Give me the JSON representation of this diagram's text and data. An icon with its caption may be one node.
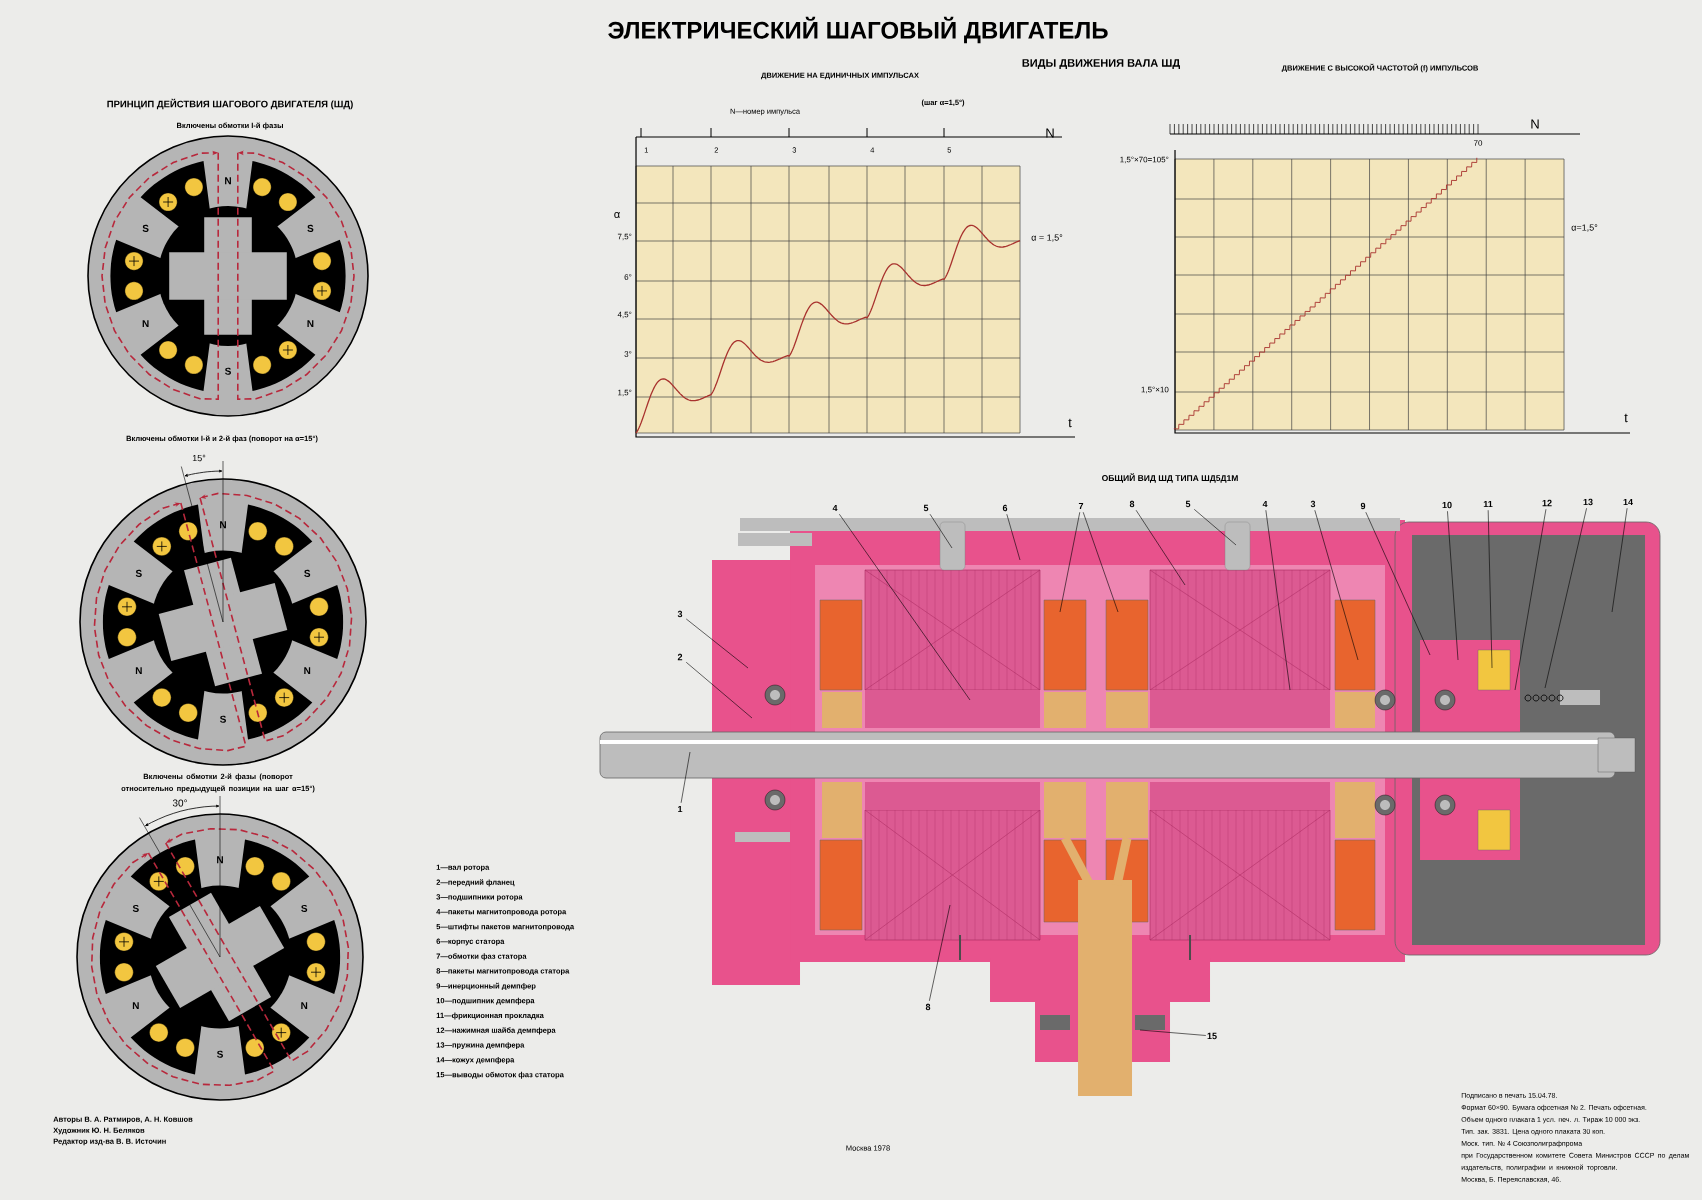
{
  "diagram": {
    "title": "ЭЛЕКТРИЧЕСКИЙ ШАГОВЫЙ ДВИГАТЕЛЬ",
    "nodes": [
      {
        "text": [
          "4"
        ]
      },
      {
        "text": [
          "5"
        ]
      },
      {
        "text": [
          "6"
        ]
      },
      {
        "text": [
          "7"
        ]
      },
      {
        "text": [
          "8"
        ]
      },
      {
        "text": [
          "5"
        ]
      },
      {
        "text": [
          "4"
        ]
      },
      {
        "text": [
          "3"
        ]
      },
      {
        "text": [
          "9"
        ]
      },
      {
        "text": [
          "10"
        ]
      },
      {
        "text": [
          "11"
        ]
      },
      {
        "text": [
          "12"
        ]
      },
      {
        "text": [
          "13"
        ]
      },
      {
        "text": [
          "14"
        ]
      },
      {
        "text": [
          "3"
        ]
      },
      {
        "text": [
          "2"
        ]
      },
      {
        "text": [
          "1"
        ]
      },
      {
        "text": [
          "8"
        ]
      },
      {
        "text": [
          "15"
        ]
      }
    ],
    "edges": [
      {
        "from": 0,
        "to": null,
        "arrow": "none"
      },
      {
        "from": 1,
        "to": null,
        "arrow": "none"
      },
      {
        "from": 2,
        "to": null,
        "arrow": "none"
      },
      {
        "from": 3,
        "to": null,
        "arrow": "none"
      },
      {
        "from": 3,
        "to": null,
        "arrow": "none"
      },
      {
        "from": 4,
        "to": null,
        "arrow": "none"
      },
      {
        "from": 5,
        "to": null,
        "arrow": "none"
      },
      {
        "from": 6,
        "to": null,
        "arrow": "none"
      },
      {
        "from": 7,
        "to": null,
        "arrow": "none"
      },
      {
        "from": 8,
        "to": null,
        "arrow": "none"
      },
      {
        "from": 9,
        "to": null,
        "arrow": "none"
      },
      {
        "from": 10,
        "to": null,
        "arrow": "none"
      },
      {
        "from": 11,
        "to": null,
        "arrow": "none"
      },
      {
        "from": 12,
        "to": null,
        "arrow": "none"
      },
      {
        "from": 13,
        "to": null,
        "arrow": "none"
      },
      {
        "from": 14,
        "to": null,
        "arrow": "none"
      },
      {
        "from": 15,
        "to": null,
        "arrow": "none"
      },
      {
        "from": 16,
        "to": null,
        "arrow": "none"
      },
      {
        "from": 17,
        "to": null,
        "arrow": "none"
      },
      {
        "from": 18,
        "to": null,
        "arrow": "none"
      }
    ],
    "labels": [
      "ПРИНЦИП ДЕЙСТВИЯ ШАГОВОГО ДВИГАТЕЛЯ (ШД)",
      "Включены обмотки I-й фазы",
      "Включены обмотки I-й и 2-й фаз (поворот на α=15°)",
      "15°",
      "Включены обмотки 2-й фазы (поворот относительно предыдущей позиции на шаг α=15°)",
      "30°",
      "N",
      "S",
      "S",
      "N",
      "N",
      "S",
      "N",
      "S",
      "S",
      "N",
      "N",
      "S",
      "N",
      "S",
      "S",
      "N",
      "N",
      "S",
      "ДВИЖЕНИЕ НА ЕДИНИЧНЫХ ИМПУЛЬСАХ",
      "ВИДЫ ДВИЖЕНИЯ ВАЛА ШД",
      "ДВИЖЕНИЕ С ВЫСОКОЙ ЧАСТОТОЙ (f) ИМПУЛЬСОВ",
      "(шаг α=1,5°)",
      "N—номер импульса",
      "1",
      "2",
      "3",
      "4",
      "5",
      "N",
      "α",
      "7,5°",
      "6°",
      "4,5°",
      "3°",
      "1,5°",
      "α = 1,5°",
      "t",
      "N",
      "70",
      "1,5°×70=105°",
      "1,5°×10",
      "α=1,5°",
      "t",
      "ОБЩИЙ ВИД ШД ТИПА ШД5Д1М",
      "1—вал ротора",
      "2—передний фланец",
      "3—подшипники ротора",
      "4—пакеты магнитопровода ротора",
      "5—штифты пакетов магнитопровода",
      "6—корпус статора",
      "7—обмотки фаз статора",
      "8—пакеты магнитопровода статора",
      "9—инерционный демпфер",
      "10—подшипник демпфера",
      "11—фрикционная прокладка",
      "12—нажимная шайба демпфера",
      "13—пружина демпфера",
      "14—кожух демпфера",
      "15—выводы обмоток фаз статора",
      "Авторы В. А. Ратмиров, А. Н. Ковшов",
      "Художник Ю. Н. Беляков",
      "Редактор изд-ва В. В. Источин",
      "Москва 1978",
      "Подписано в печать 15.04.78.",
      "Формат 60×90. Бумага офсетная № 2. Печать офсетная.",
      "Объем одного плаката 1 усл. печ. л. Тираж 10 000 экз.",
      "Тип. зак. 3831. Цена одного плаката 30 коп.",
      "Моск. тип. № 4 Союзполиграфпрома",
      "при Государственном комитете Совета Министров СССР по делам издательств, полиграфии и книжной торговли.",
      "Москва, Б. Переяславская, 46."
    ]
  }
}
